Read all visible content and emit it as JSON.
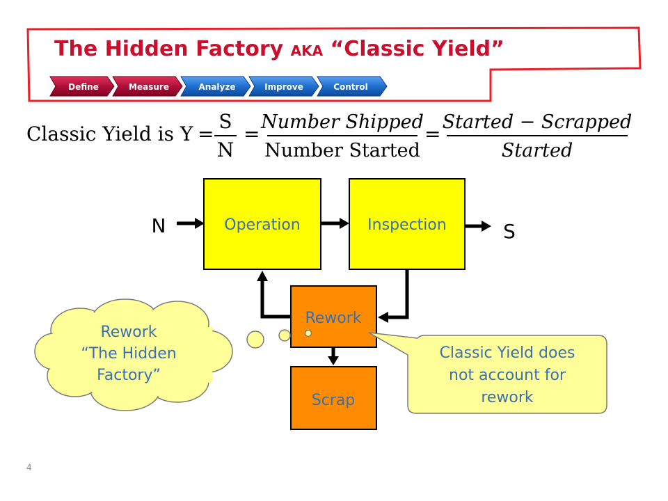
{
  "slide": {
    "title_main": "The Hidden Factory ",
    "title_aka": "AKA",
    "title_quote": " “Classic Yield”",
    "page_number": "4",
    "colors": {
      "frame": "#e8202a",
      "title": "#c8102e",
      "yellow": "#ffff00",
      "orange": "#ff8c00",
      "operation_text": "#3a6fb0",
      "callout_fill": "#ffff99"
    }
  },
  "dmaic": {
    "steps": [
      "Define",
      "Measure",
      "Analyze",
      "Improve",
      "Control"
    ]
  },
  "formula": {
    "prefix": "Classic  Yield is Y",
    "s": "S",
    "n": "N",
    "num1": "Number Shipped",
    "den1": "Number  Started",
    "num2": "Started − Scrapped",
    "den2": "Started",
    "equals": "="
  },
  "diagram": {
    "input_label": "N",
    "output_label": "S",
    "operation": "Operation",
    "inspection": "Inspection",
    "rework": "Rework",
    "scrap": "Scrap"
  },
  "thought_cloud": {
    "line1": "Rework",
    "line2": "“The Hidden",
    "line3": "Factory”"
  },
  "callout": {
    "line1": "Classic Yield does",
    "line2": "not account for",
    "line3": "rework"
  }
}
